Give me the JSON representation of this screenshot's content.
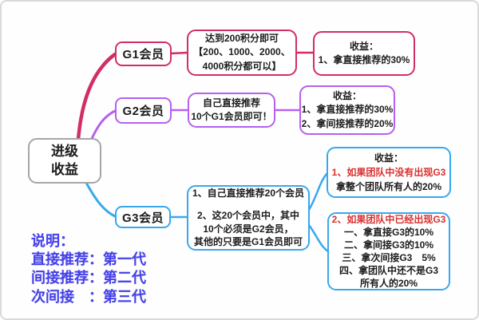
{
  "colors": {
    "g1_branch": "#d12e66",
    "g2_branch": "#b560ee",
    "g3_branch": "#38a8ee",
    "root_border": "#a6a6a6",
    "red_text": "#d9302f",
    "legend_text": "#4543e8"
  },
  "root": {
    "line1": "进级",
    "line2": "收益"
  },
  "g1": {
    "node_label": "G1会员",
    "condition": [
      "达到200积分即可",
      "【200、1000、2000、",
      "4000积分都可以】"
    ],
    "benefit_title": "收益：",
    "benefit_lines": [
      "1、拿直接推荐的30%"
    ]
  },
  "g2": {
    "node_label": "G2会员",
    "condition": [
      "自己直接推荐",
      "10个G1会员即可！"
    ],
    "benefit_title": "收益：",
    "benefit_lines": [
      "1、拿直接推荐的30%",
      "2、拿间接推荐的20%"
    ]
  },
  "g3": {
    "node_label": "G3会员",
    "condition_para1": "1、自己直接推荐20个会员",
    "condition_para2": [
      "2、这20个会员中，其中",
      "10个必须是G2会员，",
      "其他的只要是G1会员即可"
    ],
    "benefit1": {
      "title": "收益：",
      "red_line": "1、如果团队中没有出现G3",
      "line": "拿整个团队所有人的20%"
    },
    "benefit2": {
      "red_line": "2、如果团队中已经出现G3",
      "lines": [
        "一、拿直接G3的10%",
        "二、拿间接G3的10%",
        "三、拿次间接G3　5%",
        "四、拿团队中还不是G3",
        "所有人的20%"
      ]
    }
  },
  "legend": {
    "title": "说明：",
    "lines": [
      "直接推荐：第一代",
      "间接推荐：第二代",
      "次间接　：第三代"
    ]
  }
}
